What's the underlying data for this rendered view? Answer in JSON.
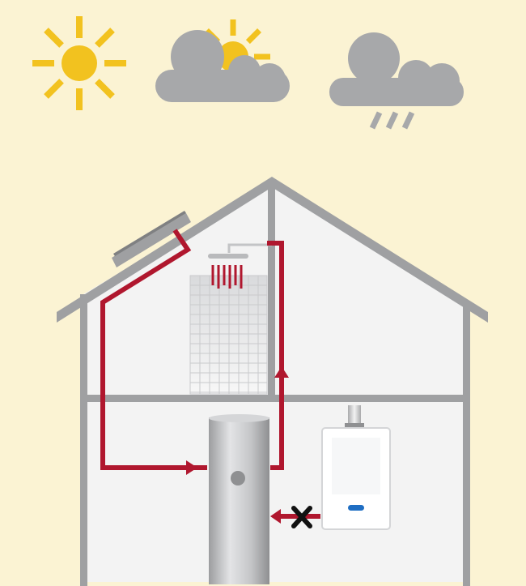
{
  "weather": [
    {
      "name": "sun",
      "icon": "sun-icon"
    },
    {
      "name": "sun-behind-cloud",
      "icon": "partly-cloudy-icon"
    },
    {
      "name": "rain-cloud",
      "icon": "rain-cloud-icon"
    }
  ],
  "colors": {
    "background": "#fbf3d3",
    "sun": "#f2c21f",
    "cloud": "#a7a8aa",
    "house_frame": "#9fa0a2",
    "house_fill": "#f3f3f3",
    "pipe": "#b0172e",
    "tank": "#bfc0c2",
    "boiler": "#ffffff",
    "boiler_badge": "#1f6ec3",
    "blocked_mark": "#111111"
  },
  "components": [
    {
      "name": "solar-collector",
      "icon": "solar-panel-icon"
    },
    {
      "name": "shower",
      "icon": "shower-icon"
    },
    {
      "name": "storage-tank",
      "icon": "water-tank-icon"
    },
    {
      "name": "boiler",
      "icon": "boiler-icon"
    },
    {
      "name": "blocked-flow",
      "icon": "cross-icon"
    }
  ]
}
